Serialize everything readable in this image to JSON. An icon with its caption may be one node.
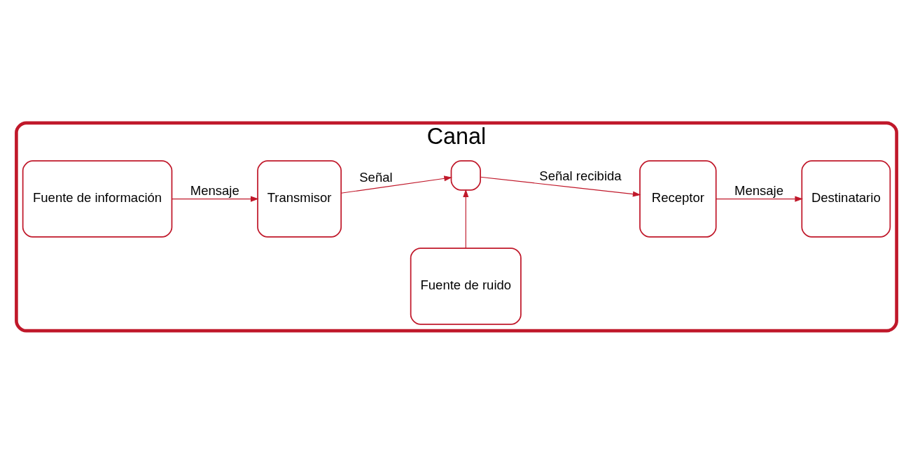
{
  "diagram": {
    "nodes": [
      {
        "text": [
          "Canal"
        ]
      },
      {
        "text": [
          "Fuente de información"
        ],
        "in": 0
      },
      {
        "text": [
          "Transmisor"
        ],
        "in": 0
      },
      {
        "text": [],
        "shape": "box",
        "in": 0
      },
      {
        "text": [
          "Receptor"
        ],
        "in": 0
      },
      {
        "text": [
          "Destinatario"
        ],
        "in": 0
      },
      {
        "text": [
          "Fuente de ruido"
        ],
        "in": 0
      }
    ],
    "edges": [
      {
        "from": 1,
        "to": 2,
        "arrow": "to",
        "label": "Mensaje"
      },
      {
        "from": 2,
        "to": 3,
        "arrow": "to",
        "label": "Señal"
      },
      {
        "from": 3,
        "to": 4,
        "arrow": "to",
        "label": "Señal recibida"
      },
      {
        "from": 4,
        "to": 5,
        "arrow": "to",
        "label": "Mensaje"
      },
      {
        "from": 6,
        "to": 3,
        "arrow": "to"
      }
    ]
  }
}
